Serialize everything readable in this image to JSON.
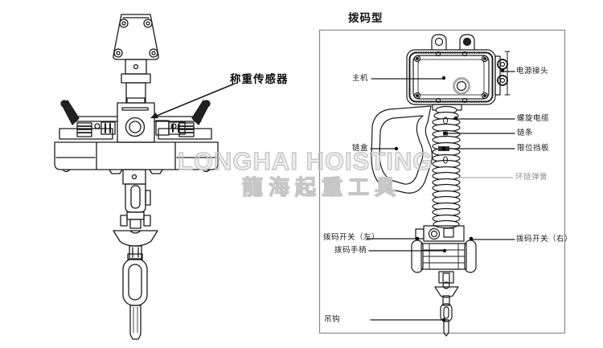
{
  "watermark": {
    "line1": "LONGHAI HOISTING",
    "line2": "龍海起重工具"
  },
  "left_figure": {
    "labels": {
      "weighing_sensor": "称重传感器"
    }
  },
  "right_figure": {
    "title": "拨码型",
    "labels": {
      "main_unit": "主机",
      "power_connector": "电源接头",
      "spiral_cable": "螺旋电缆",
      "chain": "链条",
      "limit_stopper": "限位挡板",
      "chain_box": "链盒",
      "chain_spring": "环链弹簧",
      "dip_switch_left": "拨码开关（左）",
      "dip_switch_right": "拨码开关（右）",
      "dip_handle": "拨码手柄",
      "hook": "吊钩"
    }
  },
  "colors": {
    "line": "#1a1a1a",
    "frame": "#8a8a8a",
    "watermark": "#c7c7c7",
    "muted_label": "#919191"
  }
}
